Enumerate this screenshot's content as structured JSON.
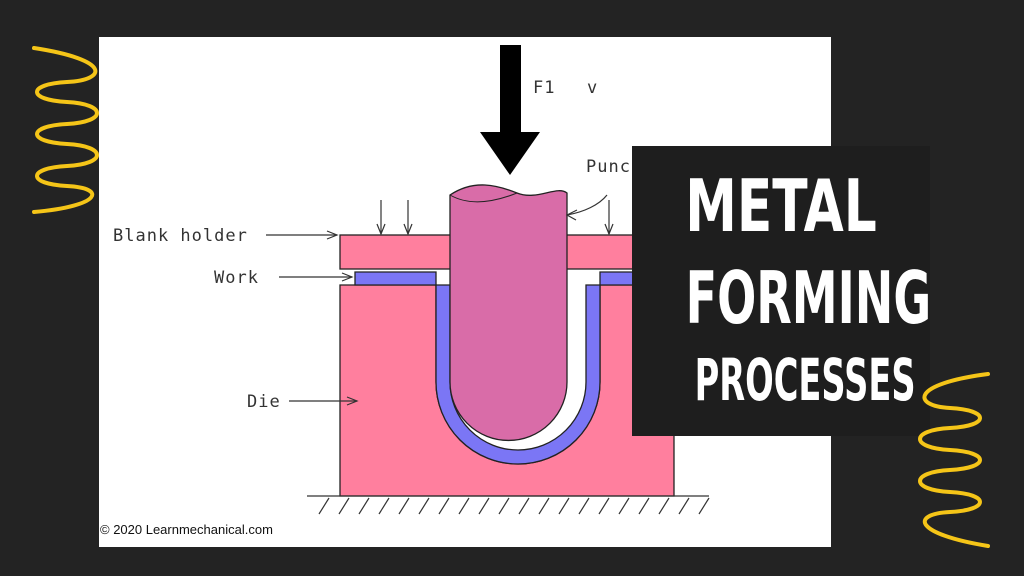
{
  "title": {
    "line1": "METAL",
    "line2": "FORMING",
    "line3": "PROCESSES"
  },
  "diagram": {
    "labels": {
      "force": "F1",
      "velocity": "v",
      "punch": "Punc",
      "blank_holder": "Blank holder",
      "work": "Work",
      "die": "Die"
    },
    "colors": {
      "die": "#ff7f9e",
      "punch": "#d96ca8",
      "work": "#7b76f5",
      "squiggle": "#f5c518",
      "background": "#232323"
    }
  },
  "copyright": "© 2020 Learnmechanical.com",
  "icons": [
    "force-arrow-icon",
    "squiggle-icon"
  ]
}
